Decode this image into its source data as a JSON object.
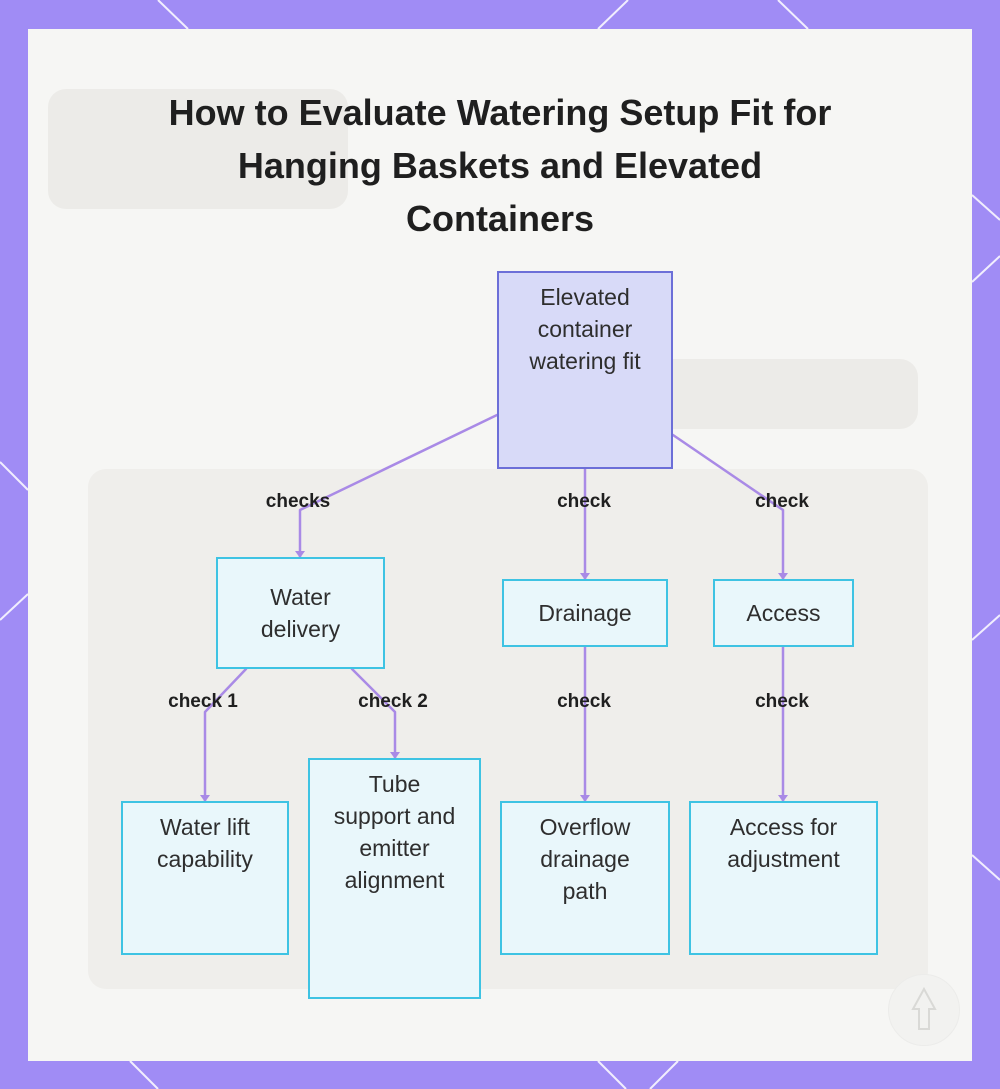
{
  "title": "How to Evaluate Watering Setup Fit for Hanging Baskets and Elevated Containers",
  "colors": {
    "background": "#a08cf5",
    "panel": "#f6f6f4",
    "root_fill": "#d8daf8",
    "root_border": "#6c6fd8",
    "child_fill": "#e9f7fb",
    "child_border": "#3ec3e3",
    "connector": "#a98ae6"
  },
  "nodes": {
    "root": "Elevated container watering fit",
    "water_delivery": "Water delivery",
    "drainage": "Drainage",
    "access": "Access",
    "water_lift": "Water lift capability",
    "tube_support": "Tube support and emitter alignment",
    "overflow": "Overflow drainage path",
    "access_adjust": "Access for adjustment"
  },
  "edges": {
    "root_water_delivery": "checks",
    "root_drainage": "check",
    "root_access": "check",
    "water_delivery_water_lift": "check 1",
    "water_delivery_tube_support": "check 2",
    "drainage_overflow": "check",
    "access_access_adjust": "check"
  }
}
